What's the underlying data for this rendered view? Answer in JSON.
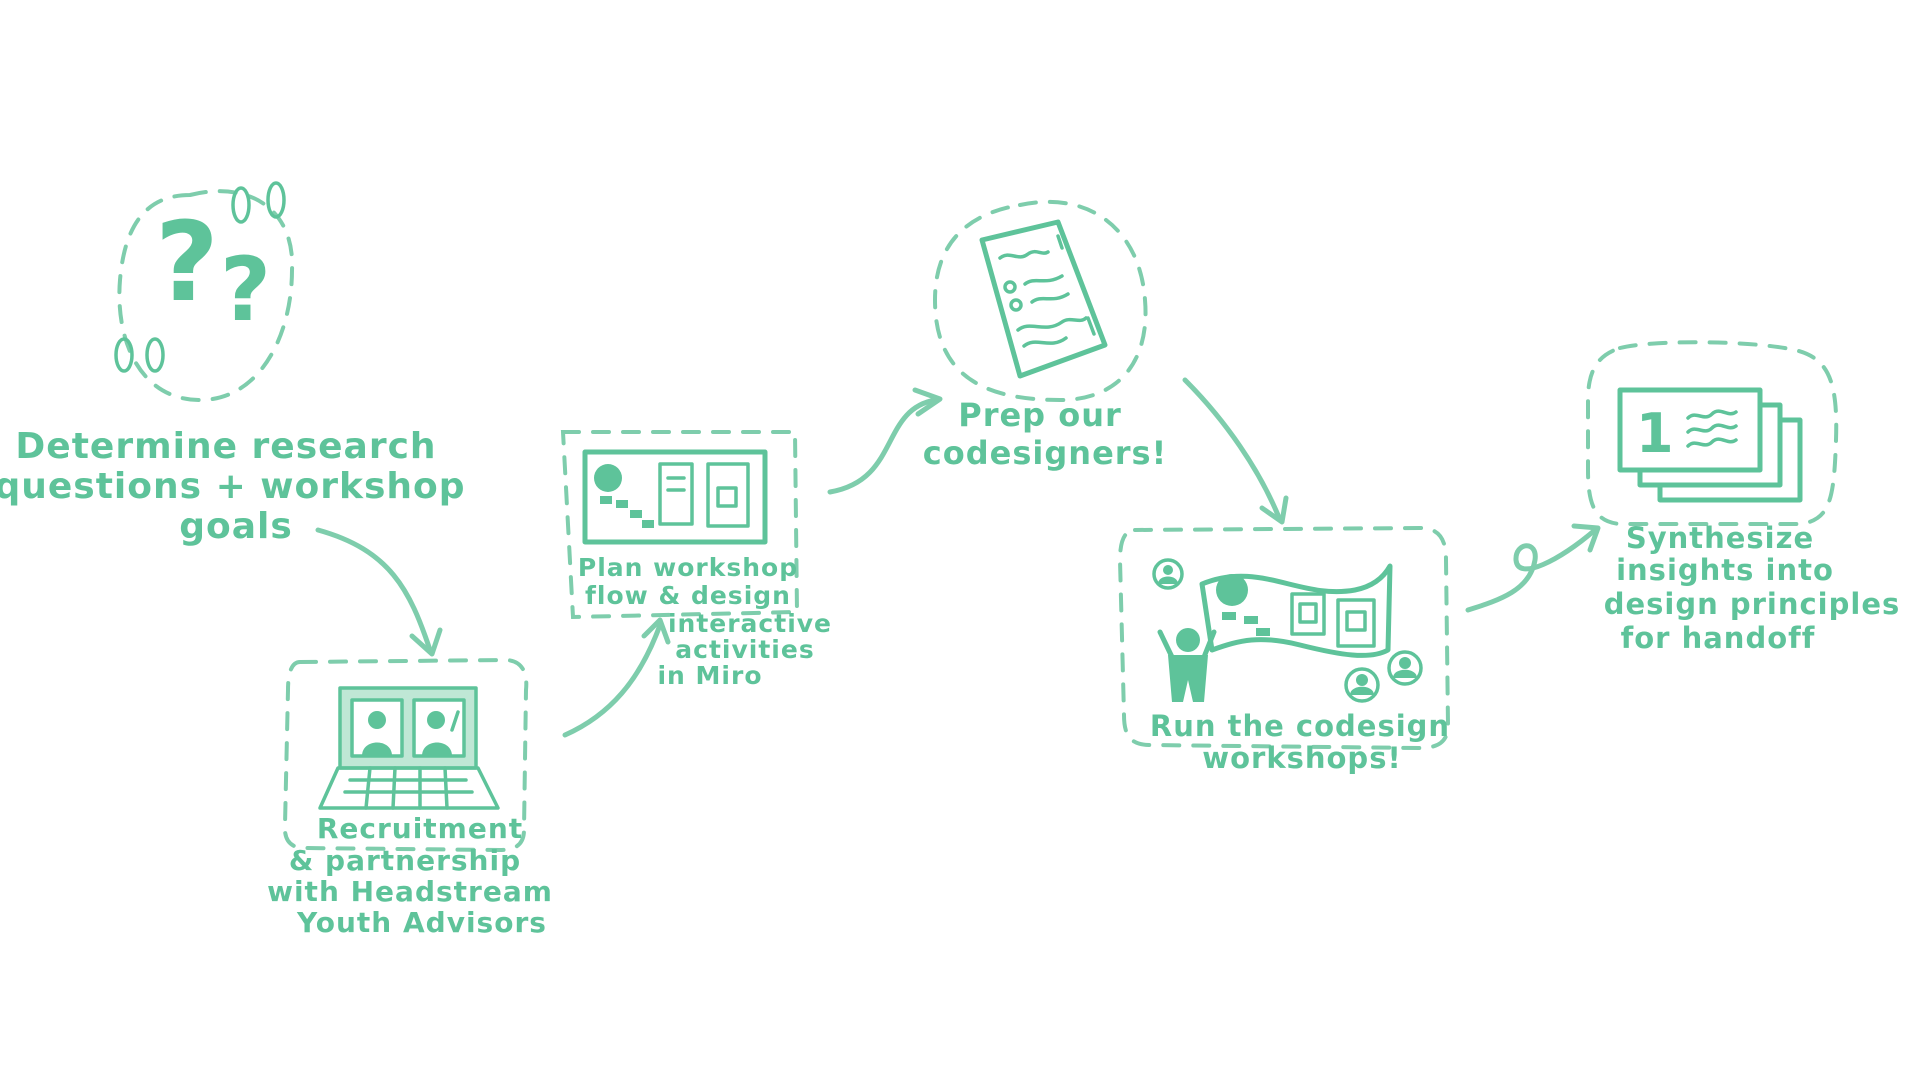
{
  "colors": {
    "ink": "#5ec39a",
    "dash": "#7ecdac",
    "background": "#ffffff"
  },
  "steps": [
    {
      "icon": "question-marks-icon",
      "lines": [
        "Determine research",
        "questions + workshop",
        "goals"
      ]
    },
    {
      "icon": "laptop-video-call-icon",
      "lines": [
        "Recruitment",
        "& partnership",
        "with Headstream",
        "Youth Advisors"
      ]
    },
    {
      "icon": "whiteboard-icon",
      "lines": [
        "Plan workshop",
        "flow & design",
        "interactive",
        "activities",
        "in Miro"
      ]
    },
    {
      "icon": "checklist-document-icon",
      "lines": [
        "Prep our",
        "codesigners!"
      ]
    },
    {
      "icon": "workshop-board-icon",
      "lines": [
        "Run the codesign",
        "workshops!"
      ]
    },
    {
      "icon": "insight-cards-icon",
      "lines": [
        "Synthesize",
        "insights into",
        "design principles",
        "for handoff"
      ]
    }
  ]
}
